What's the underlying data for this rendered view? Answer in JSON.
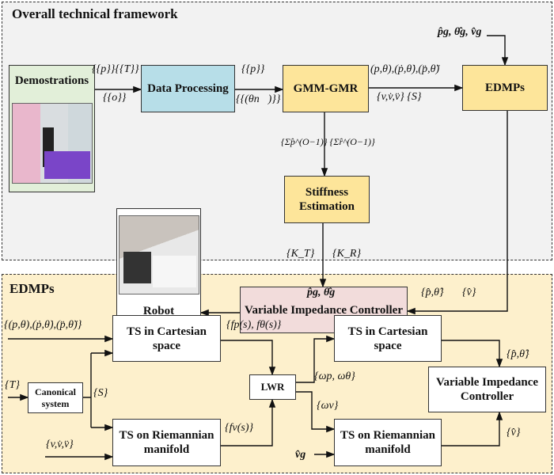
{
  "top": {
    "title": "Overall technical framework",
    "boxes": {
      "demos": "Demostrations",
      "dp": "Data Processing",
      "gmm": "GMM-GMR",
      "edmps": "EDMPs",
      "stiff1": "Stiffness",
      "stiff2": "Estimation",
      "vic": "Variable Impedance Controller",
      "robot": "Robot"
    },
    "labels": {
      "pT": "{{p}}{{T}}",
      "o": "{{o}}",
      "p2": "{{p}}",
      "thn": "{{(θn⃗)}}",
      "traj": "(p,θ),(ṗ,θ̇),(p̈,θ̈)",
      "vS": "{v,v̇,v̈}  {S}",
      "sig": "{Σ̂p^(O−1)} {Σ̂r^(O−1)}",
      "KT": "{K_T}",
      "KR": "{K_R}",
      "pth": "{p̂,θ̂}",
      "vh": "{v̂}",
      "goal": "p̂g, θ̂g, v̂g"
    },
    "colors": {
      "demos": "#e2efd9",
      "dp": "#b7dee8",
      "gmm": "#fde59a",
      "vic": "#f2dcdb",
      "bg": "#f2f2f2"
    }
  },
  "bottom": {
    "title": "EDMPs",
    "boxes": {
      "tsc1": "TS in Cartesian",
      "tsc2": "space",
      "can1": "Canonical",
      "can2": "system",
      "tsr1": "TS on Riemannian",
      "tsr2": "manifold",
      "lwr": "LWR",
      "vic1": "Variable Impedance",
      "vic2": "Controller"
    },
    "labels": {
      "traj": "{(p,θ),(ṗ,θ̇),(p̈,θ̈)}",
      "T": "{T}",
      "S": "{S}",
      "v": "{v,v̇,v̈}",
      "f": "{fp(s),  fθ(s)}",
      "fv": "{fv(s)}",
      "w": "{ωp, ωθ}",
      "wv": "{ωv}",
      "goal": "p̂g, θ̂g",
      "vg": "v̂g",
      "pth": "{p̂,θ̂}",
      "vh": "{v̂}"
    },
    "colors": {
      "bg": "#fdf0cc"
    }
  }
}
